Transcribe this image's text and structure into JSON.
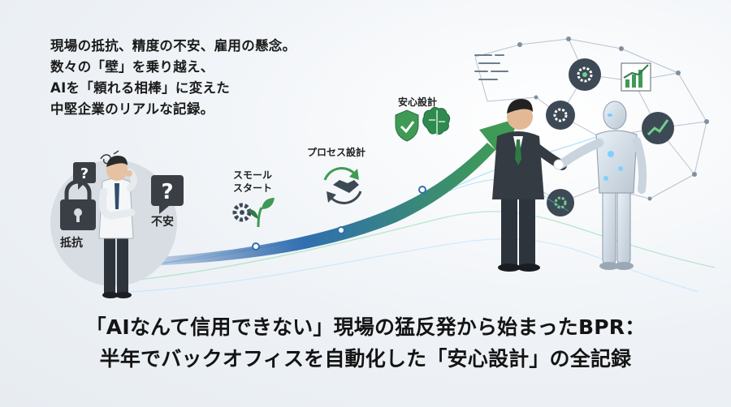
{
  "intro": {
    "lines": [
      "現場の抵抗、精度の不安、雇用の懸念。",
      "数々の「壁」を乗り越え、",
      "AIを「頼れる相棒」に変えた",
      "中堅企業のリアルな記録。"
    ]
  },
  "labels": {
    "resistance": "抵抗",
    "anxiety": "不安",
    "small_start_1": "スモール",
    "small_start_2": "スタート",
    "process_design": "プロセス設計",
    "safety_design": "安心設計"
  },
  "headline": {
    "line1": "「AIなんて信用できない」現場の猛反発から始まったBPR：",
    "line2": "半年でバックオフィスを自動化した「安心設計」の全記録"
  },
  "colors": {
    "accent_green": "#3f9a55",
    "accent_blue": "#2f6fb0",
    "icon_dark": "#3d4a55",
    "text": "#1b1b1b"
  },
  "icons": [
    "lock-icon",
    "question-bubble-icon",
    "gear-icon",
    "sprout-icon",
    "handshake-cycle-icon",
    "shield-check-icon",
    "brain-icon",
    "chart-up-icon",
    "code-screen-icon"
  ]
}
